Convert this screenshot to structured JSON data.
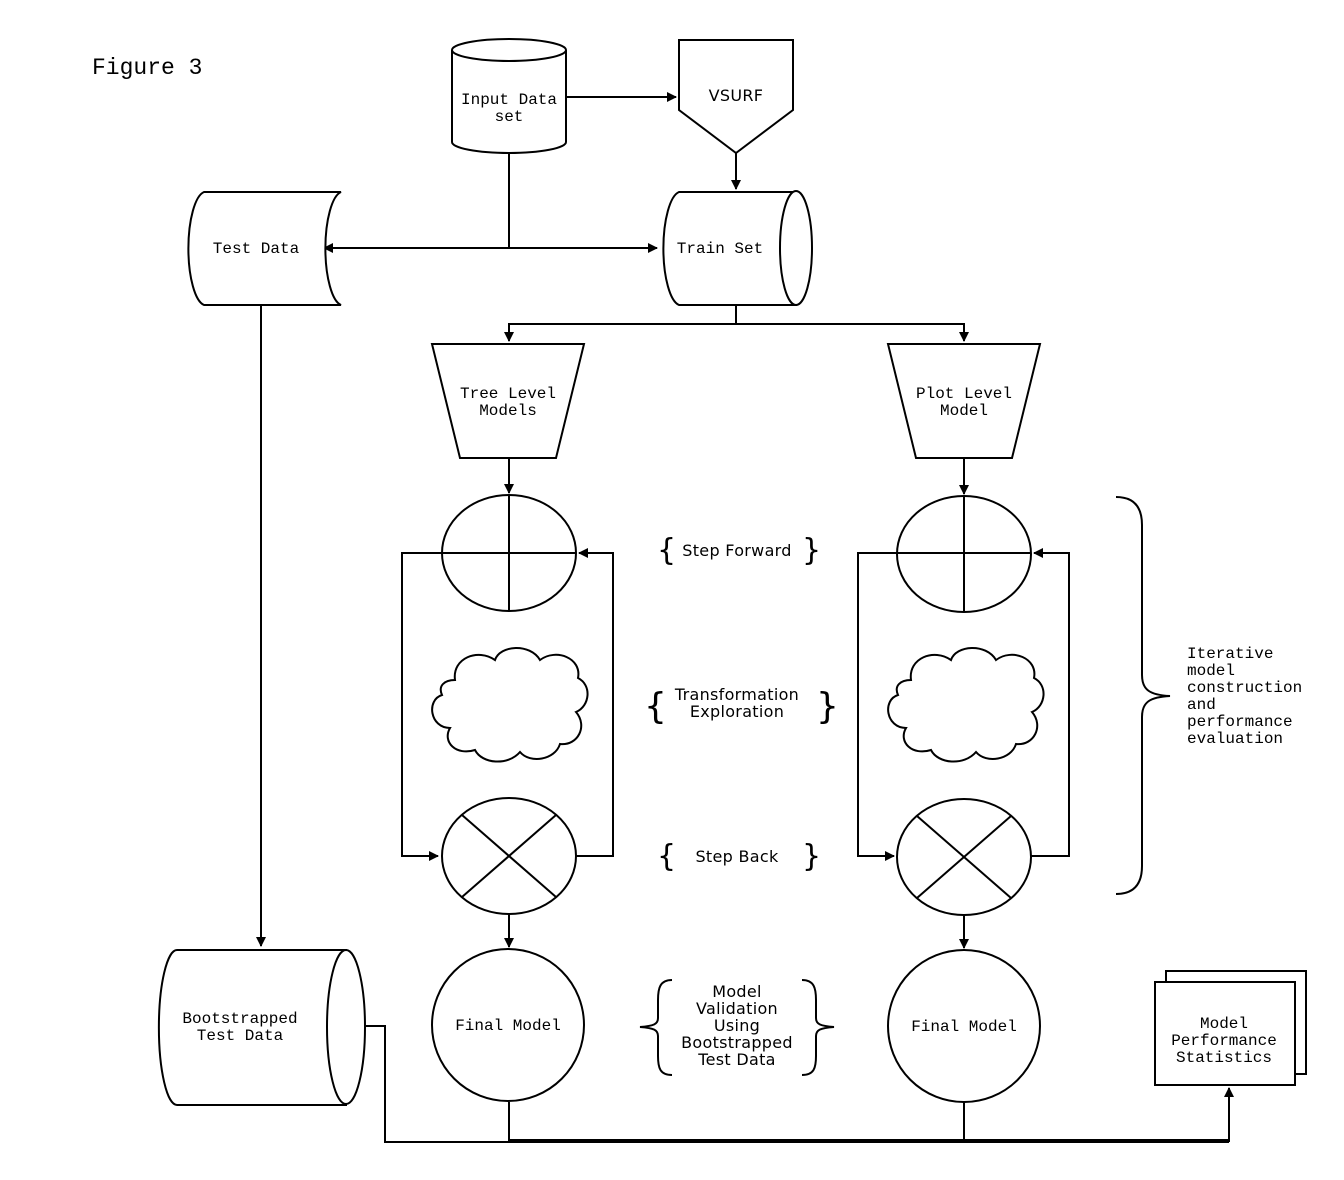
{
  "figure_title": "Figure 3",
  "nodes": {
    "input_data": {
      "line1": "Input Data",
      "line2": "set"
    },
    "vsurf": "VSURF",
    "test_data": "Test Data",
    "train_set": "Train Set",
    "tree_level": {
      "line1": "Tree Level",
      "line2": "Models"
    },
    "plot_level": {
      "line1": "Plot Level",
      "line2": "Model"
    },
    "bootstrapped": {
      "line1": "Bootstrapped",
      "line2": "Test Data"
    },
    "final_model_left": "Final Model",
    "final_model_right": "Final Model",
    "performance": {
      "line1": "Model",
      "line2": "Performance",
      "line3": "Statistics"
    }
  },
  "steps": {
    "step_forward": "Step Forward",
    "transformation": {
      "line1": "Transformation",
      "line2": "Exploration"
    },
    "step_back": "Step Back",
    "validation": {
      "line1": "Model",
      "line2": "Validation",
      "line3": "Using",
      "line4": "Bootstrapped",
      "line5": "Test Data"
    }
  },
  "iterative_note": {
    "line1": "Iterative",
    "line2": "model",
    "line3": "construction",
    "line4": "and",
    "line5": "performance",
    "line6": "evaluation"
  }
}
